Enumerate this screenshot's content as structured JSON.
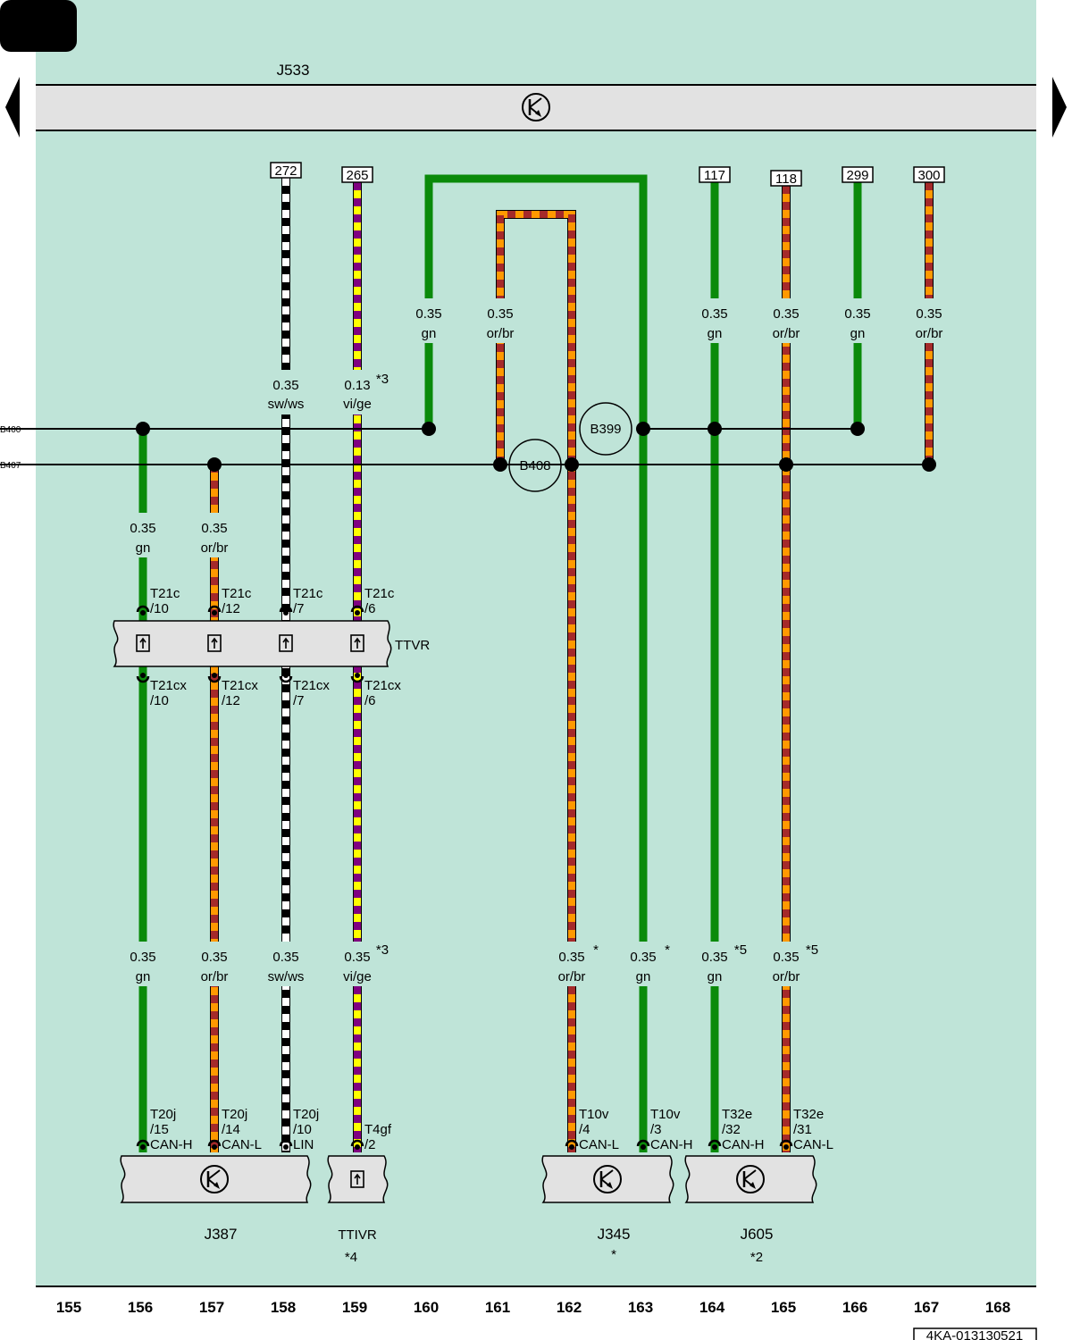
{
  "page_tab": "",
  "colors": {
    "background": "#bfe4d8",
    "component_fill": "#e2e2e2",
    "gn": "#0a8a0a",
    "or": "#ff9900",
    "br": "#a52a2a",
    "sw": "#000000",
    "ws": "#ffffff",
    "vi": "#800080",
    "ge": "#ffff00"
  },
  "top_component": {
    "name": "J533",
    "icon": "control-unit-icon"
  },
  "nav": {
    "prev_icon": "arrow-left-icon",
    "next_icon": "arrow-right-icon"
  },
  "bus_lines": [
    {
      "id": "B400",
      "label": "B400"
    },
    {
      "id": "B407",
      "label": "B407"
    }
  ],
  "splices": [
    {
      "id": "B408",
      "label": "B408"
    },
    {
      "id": "B399",
      "label": "B399"
    }
  ],
  "references": [
    {
      "ref": "272"
    },
    {
      "ref": "265"
    },
    {
      "ref": "117"
    },
    {
      "ref": "118"
    },
    {
      "ref": "299"
    },
    {
      "ref": "300"
    }
  ],
  "wire_labels": {
    "w158_top": {
      "size": "0.35",
      "color": "sw/ws",
      "note": ""
    },
    "w159_top": {
      "size": "0.13",
      "color": "vi/ge",
      "note": "*3"
    },
    "w160_top": {
      "size": "0.35",
      "color": "gn",
      "note": ""
    },
    "w161_top": {
      "size": "0.35",
      "color": "or/br",
      "note": ""
    },
    "w164_top": {
      "size": "0.35",
      "color": "gn",
      "note": ""
    },
    "w165_top": {
      "size": "0.35",
      "color": "or/br",
      "note": ""
    },
    "w166_top": {
      "size": "0.35",
      "color": "gn",
      "note": ""
    },
    "w167_top": {
      "size": "0.35",
      "color": "or/br",
      "note": ""
    },
    "w156_mid": {
      "size": "0.35",
      "color": "gn",
      "note": ""
    },
    "w157_mid": {
      "size": "0.35",
      "color": "or/br",
      "note": ""
    },
    "w156_bot": {
      "size": "0.35",
      "color": "gn",
      "note": ""
    },
    "w157_bot": {
      "size": "0.35",
      "color": "or/br",
      "note": ""
    },
    "w158_bot": {
      "size": "0.35",
      "color": "sw/ws",
      "note": ""
    },
    "w159_bot": {
      "size": "0.35",
      "color": "vi/ge",
      "note": "*3"
    },
    "w162_bot": {
      "size": "0.35",
      "color": "or/br",
      "note": "*"
    },
    "w163_bot": {
      "size": "0.35",
      "color": "gn",
      "note": "*"
    },
    "w164_bot": {
      "size": "0.35",
      "color": "gn",
      "note": "*5"
    },
    "w165_bot": {
      "size": "0.35",
      "color": "or/br",
      "note": "*5"
    }
  },
  "connector_ttvr": {
    "name": "TTVR",
    "top_pins": [
      {
        "conn": "T21c",
        "pin": "/10"
      },
      {
        "conn": "T21c",
        "pin": "/12"
      },
      {
        "conn": "T21c",
        "pin": "/7"
      },
      {
        "conn": "T21c",
        "pin": "/6"
      }
    ],
    "bottom_pins": [
      {
        "conn": "T21cx",
        "pin": "/10"
      },
      {
        "conn": "T21cx",
        "pin": "/12"
      },
      {
        "conn": "T21cx",
        "pin": "/7"
      },
      {
        "conn": "T21cx",
        "pin": "/6"
      }
    ]
  },
  "bottom_pins": [
    {
      "conn": "T20j",
      "pin": "/15",
      "signal": "CAN-H"
    },
    {
      "conn": "T20j",
      "pin": "/14",
      "signal": "CAN-L"
    },
    {
      "conn": "T20j",
      "pin": "/10",
      "signal": "LIN"
    },
    {
      "conn": "T4gf",
      "pin": "/2",
      "signal": ""
    },
    {
      "conn": "T10v",
      "pin": "/4",
      "signal": "CAN-L"
    },
    {
      "conn": "T10v",
      "pin": "/3",
      "signal": "CAN-H"
    },
    {
      "conn": "T32e",
      "pin": "/32",
      "signal": "CAN-H"
    },
    {
      "conn": "T32e",
      "pin": "/31",
      "signal": "CAN-L"
    }
  ],
  "bottom_components": [
    {
      "name": "J387",
      "note": ""
    },
    {
      "name": "TTIVR",
      "note": "*4"
    },
    {
      "name": "J345",
      "note": "*"
    },
    {
      "name": "J605",
      "note": "*2"
    }
  ],
  "columns": [
    "155",
    "156",
    "157",
    "158",
    "159",
    "160",
    "161",
    "162",
    "163",
    "164",
    "165",
    "166",
    "167",
    "168"
  ],
  "doc_id": "4KA-013130521"
}
